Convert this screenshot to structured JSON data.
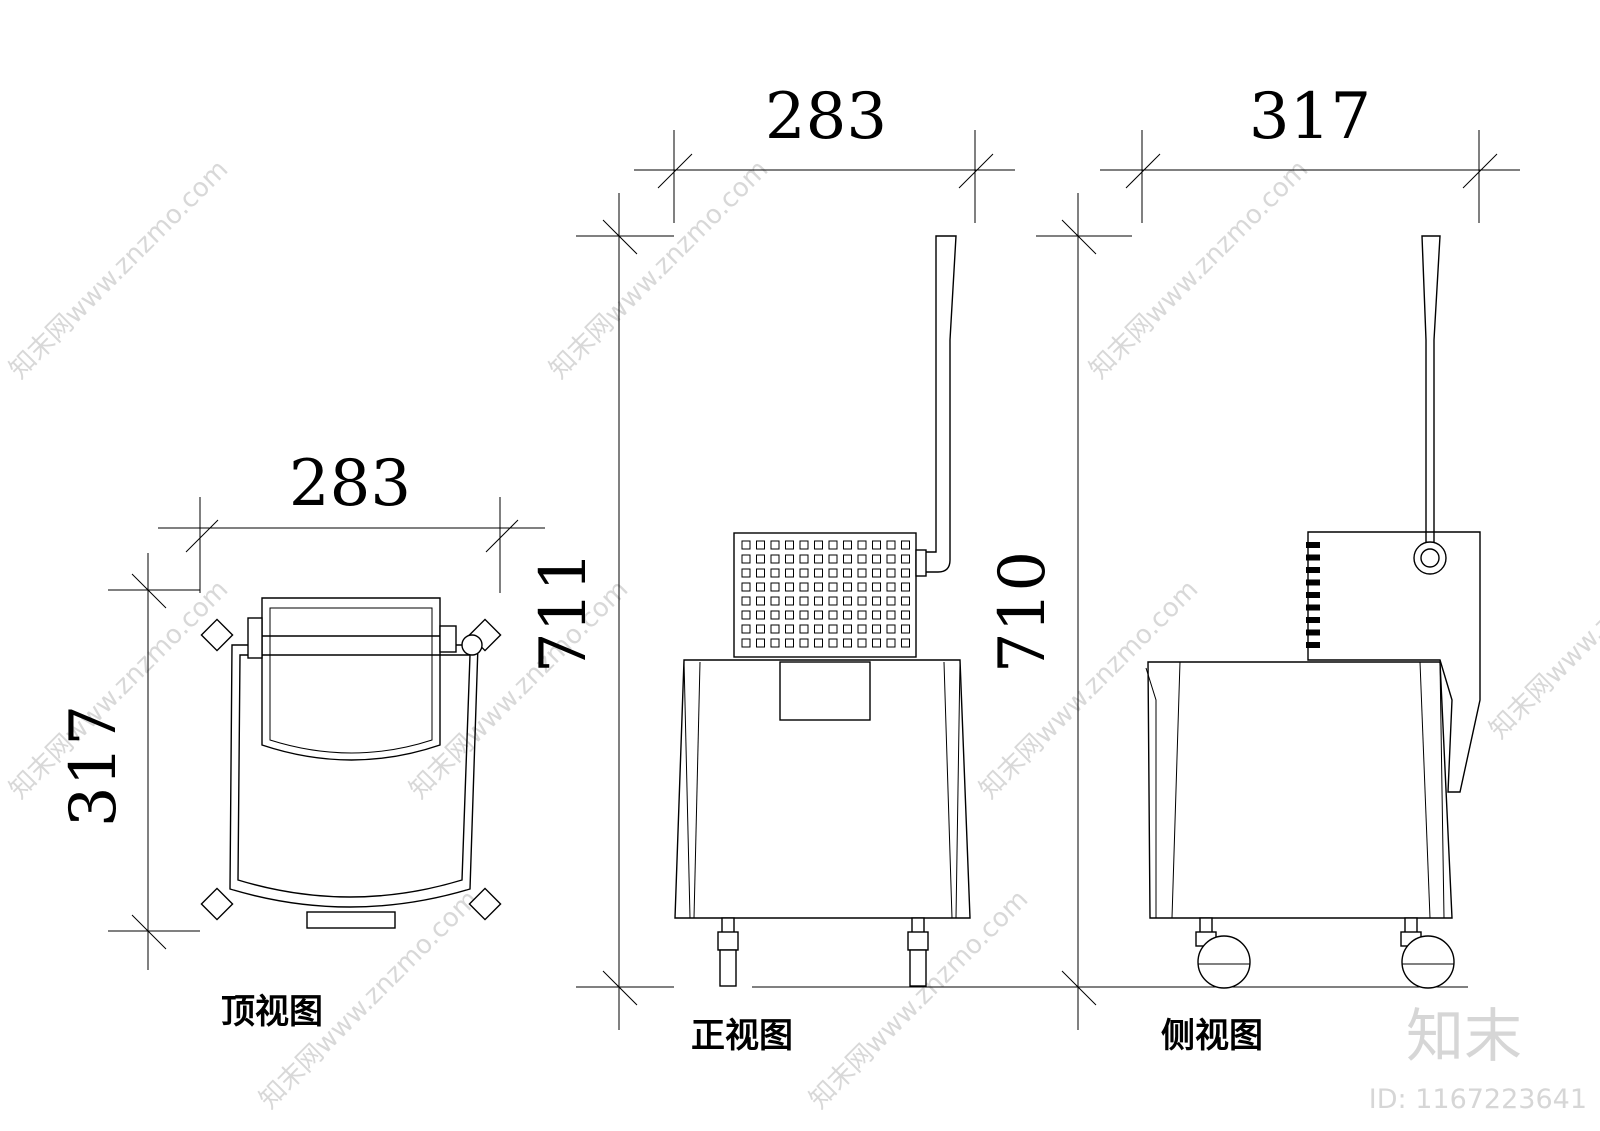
{
  "views": {
    "top": {
      "caption": "顶视图",
      "width": "283",
      "depth": "317"
    },
    "front": {
      "caption": "正视图",
      "width": "283",
      "height": "711"
    },
    "side": {
      "caption": "侧视图",
      "width": "317",
      "height": "710"
    }
  },
  "branding": {
    "logo": "知末",
    "id_label": "ID: 1167223641",
    "watermark": "知末网www.znzmo.com"
  }
}
